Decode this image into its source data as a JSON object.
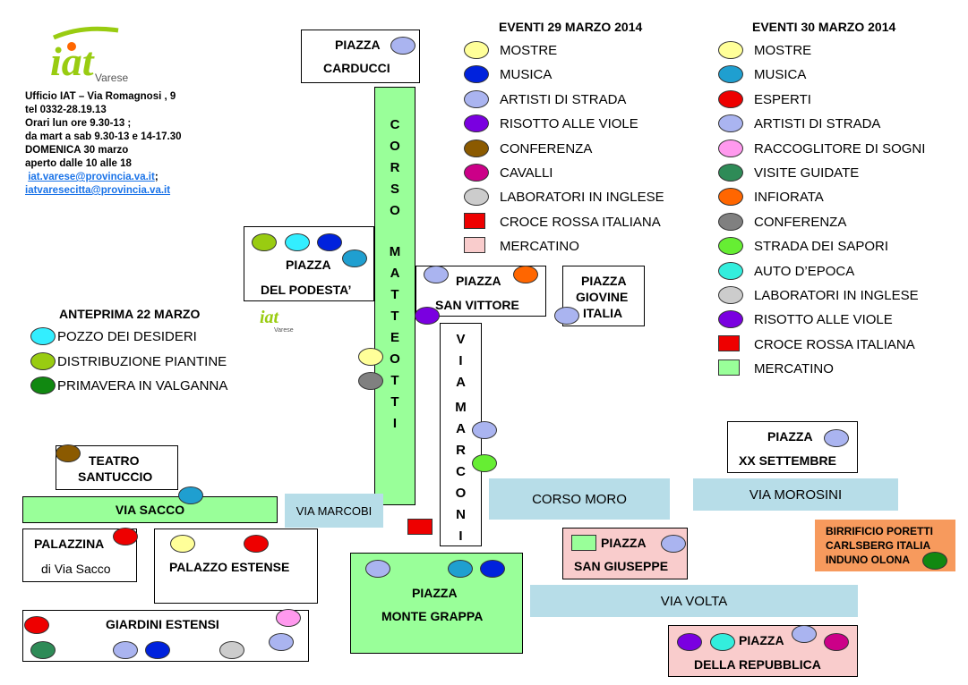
{
  "colors": {
    "light_yellow": "#ffff99",
    "blue": "#0022dd",
    "periwinkle": "#aab4f0",
    "purple": "#7a00e0",
    "brown": "#8b5a00",
    "magenta": "#cc0088",
    "light_gray": "#cccccc",
    "red": "#ee0000",
    "pink_light": "#f9cccc",
    "teal": "#1f9fd0",
    "pink": "#ff99ee",
    "dark_green": "#2e8b57",
    "orange": "#ff6600",
    "gray": "#808080",
    "lime": "#66ee33",
    "aqua": "#33eedd",
    "light_green": "#99ff99",
    "cyan": "#33eeff",
    "olive": "#99cc11",
    "green": "#118811",
    "road_blue": "#b7dde8",
    "orange_box": "#f79a5d"
  },
  "logo": {
    "text": "iat",
    "sub": "Varese"
  },
  "office": {
    "lines": [
      "Ufficio IAT – Via Romagnosi , 9",
      "tel 0332-28.19.13",
      "Orari lun ore 9.30-13 ;",
      "da mart a sab 9.30-13 e 14-17.30",
      "DOMENICA  30 marzo",
      "aperto  dalle 10 alle 18"
    ],
    "email1": "iat.varese@provincia.va.it",
    "email1_suffix": ";",
    "email2": "iatvaresecitta@provincia.va.it"
  },
  "legend29": {
    "title": "EVENTI 29 MARZO 2014",
    "items": [
      {
        "label": "MOSTRE",
        "color": "#ffff99",
        "shape": "dot"
      },
      {
        "label": "MUSICA",
        "color": "#0022dd",
        "shape": "dot"
      },
      {
        "label": "ARTISTI DI STRADA",
        "color": "#aab4f0",
        "shape": "dot"
      },
      {
        "label": "RISOTTO ALLE VIOLE",
        "color": "#7a00e0",
        "shape": "dot"
      },
      {
        "label": "CONFERENZA",
        "color": "#8b5a00",
        "shape": "dot"
      },
      {
        "label": "CAVALLI",
        "color": "#cc0088",
        "shape": "dot"
      },
      {
        "label": "LABORATORI IN INGLESE",
        "color": "#cccccc",
        "shape": "dot"
      },
      {
        "label": "CROCE ROSSA ITALIANA",
        "color": "#ee0000",
        "shape": "square"
      },
      {
        "label": "MERCATINO",
        "color": "#f9cccc",
        "shape": "square"
      }
    ]
  },
  "legend30": {
    "title": "EVENTI 30 MARZO 2014",
    "items": [
      {
        "label": "MOSTRE",
        "color": "#ffff99",
        "shape": "dot"
      },
      {
        "label": "MUSICA",
        "color": "#1f9fd0",
        "shape": "dot"
      },
      {
        "label": "ESPERTI",
        "color": "#ee0000",
        "shape": "dot"
      },
      {
        "label": "ARTISTI DI STRADA",
        "color": "#aab4f0",
        "shape": "dot"
      },
      {
        "label": "RACCOGLITORE DI SOGNI",
        "color": "#ff99ee",
        "shape": "dot"
      },
      {
        "label": "VISITE GUIDATE",
        "color": "#2e8b57",
        "shape": "dot"
      },
      {
        "label": "INFIORATA",
        "color": "#ff6600",
        "shape": "dot"
      },
      {
        "label": "CONFERENZA",
        "color": "#808080",
        "shape": "dot"
      },
      {
        "label": "STRADA DEI SAPORI",
        "color": "#66ee33",
        "shape": "dot"
      },
      {
        "label": "AUTO D’EPOCA",
        "color": "#33eedd",
        "shape": "dot"
      },
      {
        "label": "LABORATORI IN INGLESE",
        "color": "#cccccc",
        "shape": "dot"
      },
      {
        "label": "RISOTTO ALLE VIOLE",
        "color": "#7a00e0",
        "shape": "dot"
      },
      {
        "label": "CROCE ROSSA ITALIANA",
        "color": "#ee0000",
        "shape": "square"
      },
      {
        "label": "MERCATINO",
        "color": "#99ff99",
        "shape": "square"
      }
    ]
  },
  "anteprima": {
    "title": "ANTEPRIMA 22 MARZO",
    "items": [
      {
        "label": "POZZO DEI DESIDERI",
        "color": "#33eeff"
      },
      {
        "label": "DISTRIBUZIONE PIANTINE",
        "color": "#99cc11"
      },
      {
        "label": "PRIMAVERA IN VALGANNA",
        "color": "#118811"
      }
    ]
  },
  "places": {
    "carducci": {
      "l1": "PIAZZA",
      "l2": "CARDUCCI"
    },
    "podesta": {
      "l1": "PIAZZA",
      "l2": "DEL PODESTA’"
    },
    "san_vittore": {
      "l1": "PIAZZA",
      "l2": "SAN VITTORE"
    },
    "giovine": {
      "l1": "PIAZZA",
      "l2": "GIOVINE",
      "l3": "ITALIA"
    },
    "xx_settembre": {
      "l1": "PIAZZA",
      "l2": "XX SETTEMBRE"
    },
    "teatro": {
      "l1": "TEATRO",
      "l2": "SANTUCCIO"
    },
    "palazzina": {
      "l1": "PALAZZINA",
      "l2": "di Via Sacco"
    },
    "estense": {
      "l1": "PALAZZO  ESTENSE"
    },
    "giardini": {
      "l1": "GIARDINI ESTENSI"
    },
    "monte_grappa": {
      "l1": "PIAZZA",
      "l2": "MONTE GRAPPA"
    },
    "san_giuseppe": {
      "l1": "PIAZZA",
      "l2": "SAN GIUSEPPE"
    },
    "repubblica": {
      "l1": "PIAZZA",
      "l2": "DELLA REPUBBLICA"
    },
    "birrificio": {
      "l1": "BIRRIFICIO PORETTI",
      "l2": "CARLSBERG ITALIA",
      "l3": "INDUNO OLONA"
    }
  },
  "roads": {
    "corso_matteotti": [
      "C",
      "O",
      "R",
      "S",
      "O",
      "M",
      "A",
      "T",
      "T",
      "E",
      "O",
      "T",
      "T",
      "I"
    ],
    "via_marconi": [
      "V",
      "I",
      "A",
      "M",
      "A",
      "R",
      "C",
      "O",
      "N",
      "I"
    ],
    "via_sacco": "VIA SACCO",
    "via_marcobi": "VIA MARCOBI",
    "corso_moro": "CORSO MORO",
    "via_morosini": "VIA MOROSINI",
    "via_volta": "VIA VOLTA"
  }
}
